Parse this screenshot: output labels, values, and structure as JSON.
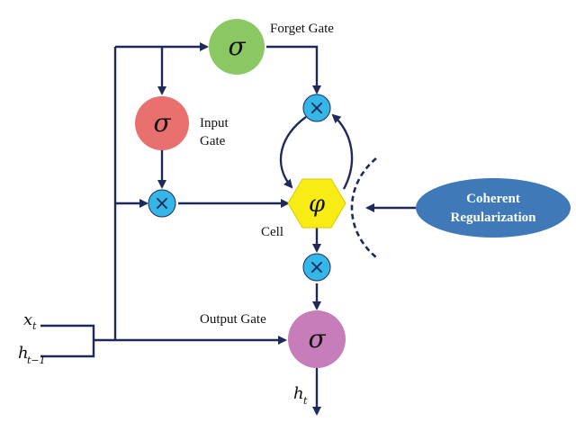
{
  "gates": {
    "forget": {
      "symbol": "σ",
      "label": "Forget Gate",
      "color": "#8bc863"
    },
    "input": {
      "symbol": "σ",
      "label_line1": "Input",
      "label_line2": "Gate",
      "color": "#e8706e"
    },
    "output": {
      "symbol": "σ",
      "label": "Output Gate",
      "color": "#c77dba"
    }
  },
  "cell": {
    "symbol": "φ",
    "label": "Cell",
    "color": "#f7ec14"
  },
  "multiplier": {
    "symbol": "×",
    "color": "#34b6e6"
  },
  "regularization": {
    "line1": "Coherent",
    "line2": "Regularization",
    "color": "#3f79b8"
  },
  "inputs": {
    "x": "x",
    "x_sub": "t",
    "h": "h",
    "h_sub": "t−1"
  },
  "output_label": {
    "h": "h",
    "h_sub": "t"
  },
  "colors": {
    "wire": "#1f2a5c"
  }
}
